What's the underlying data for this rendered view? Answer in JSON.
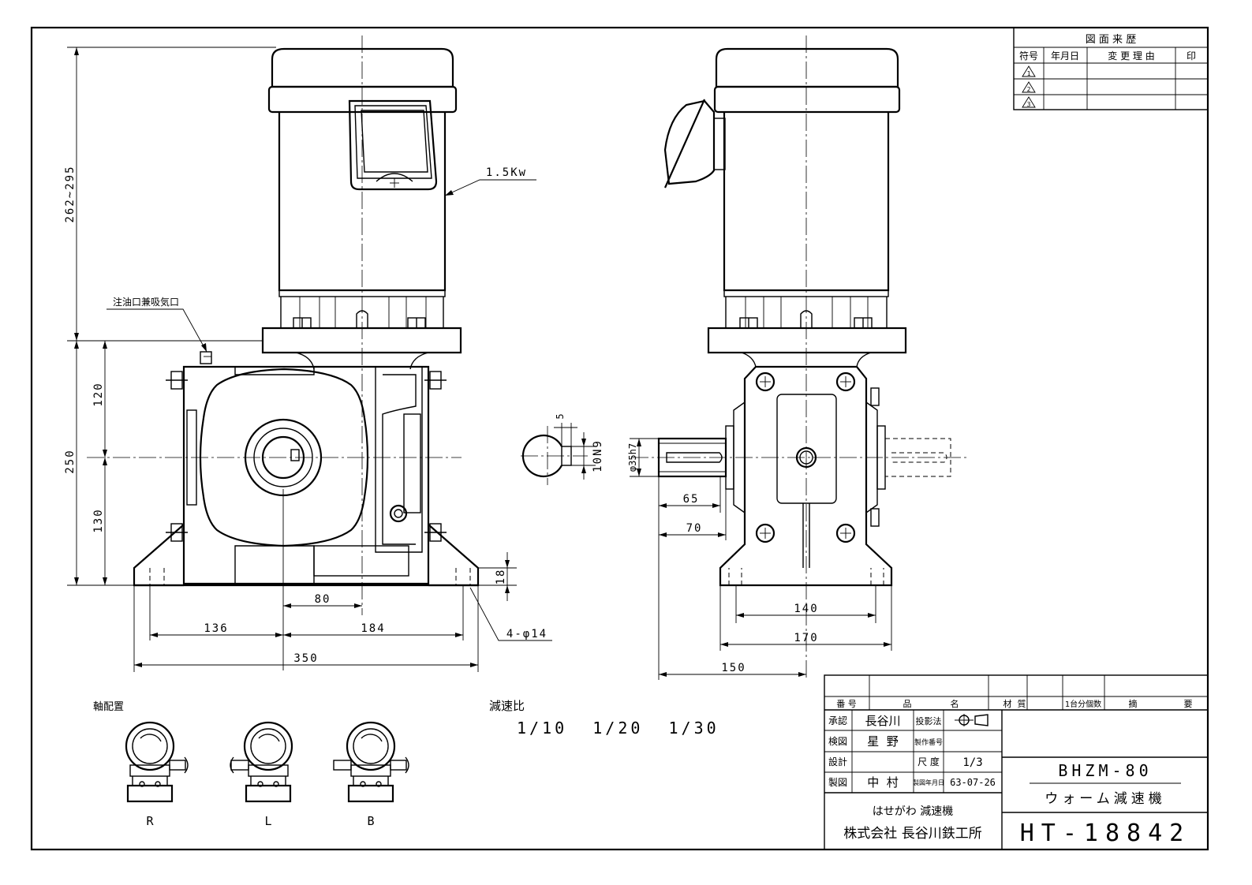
{
  "revision_table": {
    "title": "図 面 来 歴",
    "headers": [
      "符号",
      "年月日",
      "変 更 理 由",
      "印"
    ],
    "marks": [
      "1",
      "2",
      "3"
    ]
  },
  "motor": {
    "power_label": "1.5Kw"
  },
  "front_view": {
    "oil_port_label": "注油口兼吸気口",
    "dims": {
      "overall_height": "262~295",
      "upper_height": "120",
      "lower_height": "130",
      "body_height": "250",
      "base_thickness": "18",
      "center_offset": "80",
      "left_span": "136",
      "right_span": "184",
      "total_width": "350",
      "holes": "4-φ14"
    }
  },
  "side_view": {
    "dims": {
      "shaft_dia": "φ35h7",
      "shaft_len_65": "65",
      "shaft_len_70": "70",
      "base_inner": "140",
      "base_outer": "170",
      "center_150": "150"
    }
  },
  "keyway": {
    "key_depth": "5",
    "key_width": "10N9"
  },
  "shaft_layout": {
    "title": "軸配置",
    "labels": [
      "R",
      "L",
      "B"
    ]
  },
  "ratio": {
    "title": "減速比",
    "values": "1/10  1/20  1/30"
  },
  "title_block": {
    "headers": [
      "番 号",
      "品",
      "名",
      "材  質",
      "1台分個数",
      "摘",
      "要"
    ],
    "approved_label": "承認",
    "approved_name": "長谷川",
    "projection_label": "投影法",
    "checked_label": "検図",
    "checked_name": "星  野",
    "prod_no_label": "製作番号",
    "design_label": "設計",
    "scale_label": "尺 度",
    "scale_value": "1/3",
    "drawn_label": "製図",
    "drawn_name": "中  村",
    "date_label": "製図年月日",
    "date_value": "63-07-26",
    "model": "BHZM-80",
    "product_name": "ウォーム減速機",
    "brand": "はせがわ 減速機",
    "company": "株式会社 長谷川鉄工所",
    "drawing_no": "HT-18842"
  }
}
